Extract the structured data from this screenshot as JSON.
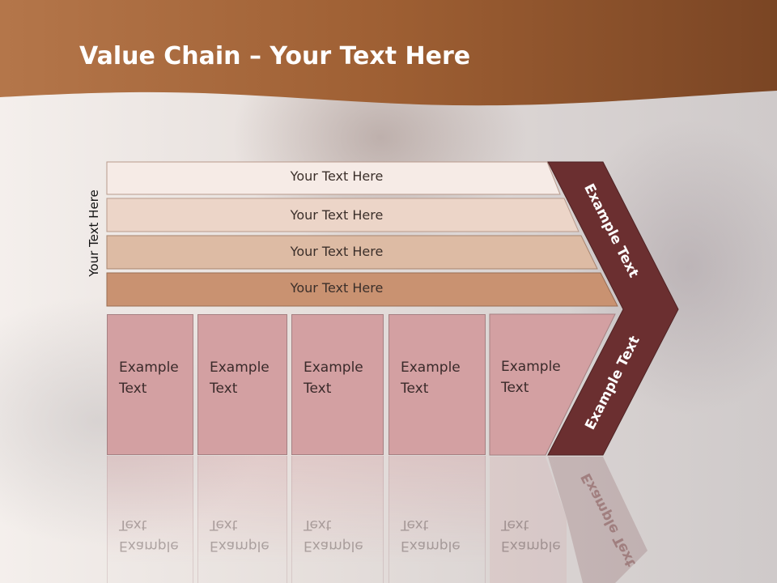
{
  "title": {
    "bold": "Value Chain",
    "rest": " – Your Text Here"
  },
  "side_label": "Your Text Here",
  "bands": [
    {
      "label": "Your Text Here",
      "color": "#f6ebe6"
    },
    {
      "label": "Your Text Here",
      "color": "#ecd5c8"
    },
    {
      "label": "Your Text Here",
      "color": "#ddbba4"
    },
    {
      "label": "Your Text Here",
      "color": "#c99271"
    }
  ],
  "cards": [
    {
      "line1": "Example",
      "line2": "Text"
    },
    {
      "line1": "Example",
      "line2": "Text"
    },
    {
      "line1": "Example",
      "line2": "Text"
    },
    {
      "line1": "Example",
      "line2": "Text"
    },
    {
      "line1": "Example",
      "line2": "Text"
    }
  ],
  "chevron": {
    "upper_label": "Example Text",
    "lower_label": "Example Text",
    "color": "#6b2f30"
  },
  "colors": {
    "header": "#9a5a2e",
    "card": "#d3a0a2"
  }
}
